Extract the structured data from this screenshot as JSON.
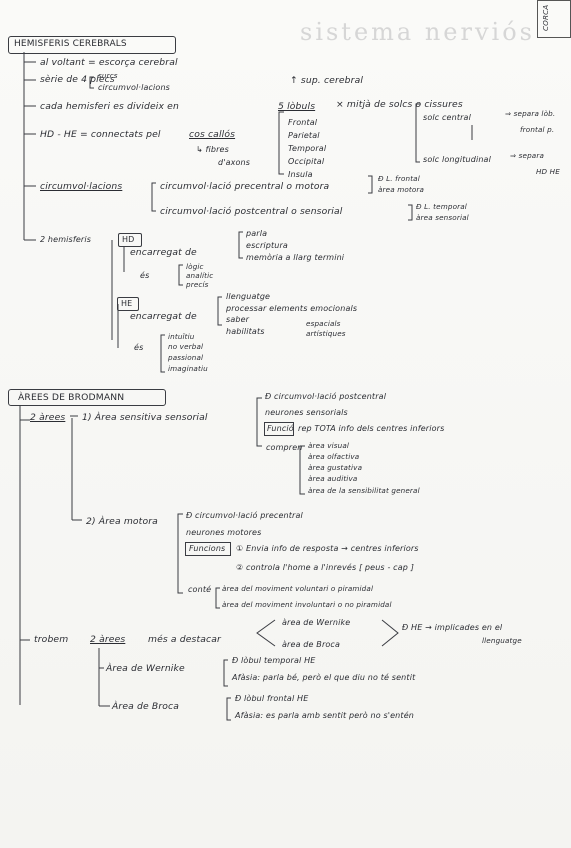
{
  "watermark": {
    "title": "sistema nerviós",
    "corner_label": "CORCA"
  },
  "sec1": {
    "title": "HEMISFERIS CEREBRALS",
    "l1": "al voltant = escorça cerebral",
    "l2a": "sèrie de 4 plecs",
    "l2b": "surcs",
    "l2c": "circumvol·lacions",
    "l2d": "↑ sup. cerebral",
    "l3a": "cada hemisferi es divideix en",
    "l3b": "5 lòbuls",
    "l3c": "× mitjà de solcs o cissures",
    "lobes": [
      "Frontal",
      "Parietal",
      "Temporal",
      "Occipital",
      "Insula"
    ],
    "solc1": "solc central",
    "solc1b": "⇒ separa lòb.",
    "solc1c": "frontal p.",
    "solc2": "solc longitudinal",
    "solc2b": "⇒ separa",
    "solc2c": "HD HE",
    "l4a": "HD - HE = connectats pel",
    "l4b": "cos callós",
    "l4c": "↳ fibres",
    "l4d": "d'axons",
    "circ": "circumvol·lacions",
    "circ1": "circumvol·lació precentral o motora",
    "circ1n": "Ð L. frontal",
    "circ1m": "àrea motora",
    "circ2": "circumvol·lació postcentral o sensorial",
    "circ2n": "Ð L. temporal",
    "circ2m": "àrea sensorial",
    "hem": "2 hemisferis",
    "hd": "HD",
    "hd_enc": "encarregat de",
    "hd_items": [
      "parla",
      "escriptura",
      "memòria a llarg termini"
    ],
    "hd_es": "és",
    "hd_es_items": [
      "lògic",
      "analític",
      "precís"
    ],
    "he": "HE",
    "he_enc": "encarregat de",
    "he_items": [
      "llenguatge",
      "processar elements emocionals",
      "saber",
      "habilitats"
    ],
    "he_items2": [
      "espacials",
      "artístiques"
    ],
    "he_es": "és",
    "he_es_items": [
      "intuïtiu",
      "no verbal",
      "passional",
      "imaginatiu"
    ]
  },
  "sec2": {
    "title": "ÀREES DE BRODMANN",
    "two": "2 àrees",
    "a1": "1) Àrea sensitiva sensorial",
    "a1_i1": "Ð circumvol·lació postcentral",
    "a1_i2": "neurones sensorials",
    "a1_fn": "Funció",
    "a1_fn_t": "rep TOTA info dels centres inferiors",
    "a1_comp": "compren",
    "a1_areas": [
      "àrea visual",
      "àrea olfactiva",
      "àrea gustativa",
      "àrea auditiva",
      "àrea de la sensibilitat general"
    ],
    "a2": "2) Àrea motora",
    "a2_i1": "Ð circumvol·lació precentral",
    "a2_i2": "neurones motores",
    "a2_fn": "Funcions",
    "a2_f1": "① Envia info de resposta → centres inferiors",
    "a2_f2": "② controla l'home a l'inrevés [ peus - cap ]",
    "a2_conte": "conté",
    "a2_c1": "àrea del moviment voluntari o piramidal",
    "a2_c2": "àrea del moviment involuntari o no piramidal",
    "trob_a": "trobem",
    "trob_b": "2 àrees",
    "trob_c": "més a destacar",
    "wer": "àrea de Wernike",
    "broca": "àrea de Broca",
    "he_impl": "Ð HE → implicades en el",
    "he_impl2": "llenguatge",
    "w_title": "Àrea de Wernike",
    "w1": "Ð lòbul temporal HE",
    "w2": "Afàsia: parla bé, però el que diu no té sentit",
    "b_title": "Àrea de Broca",
    "b1": "Ð lòbul frontal HE",
    "b2": "Afàsia: es parla amb sentit però no s'entén"
  }
}
